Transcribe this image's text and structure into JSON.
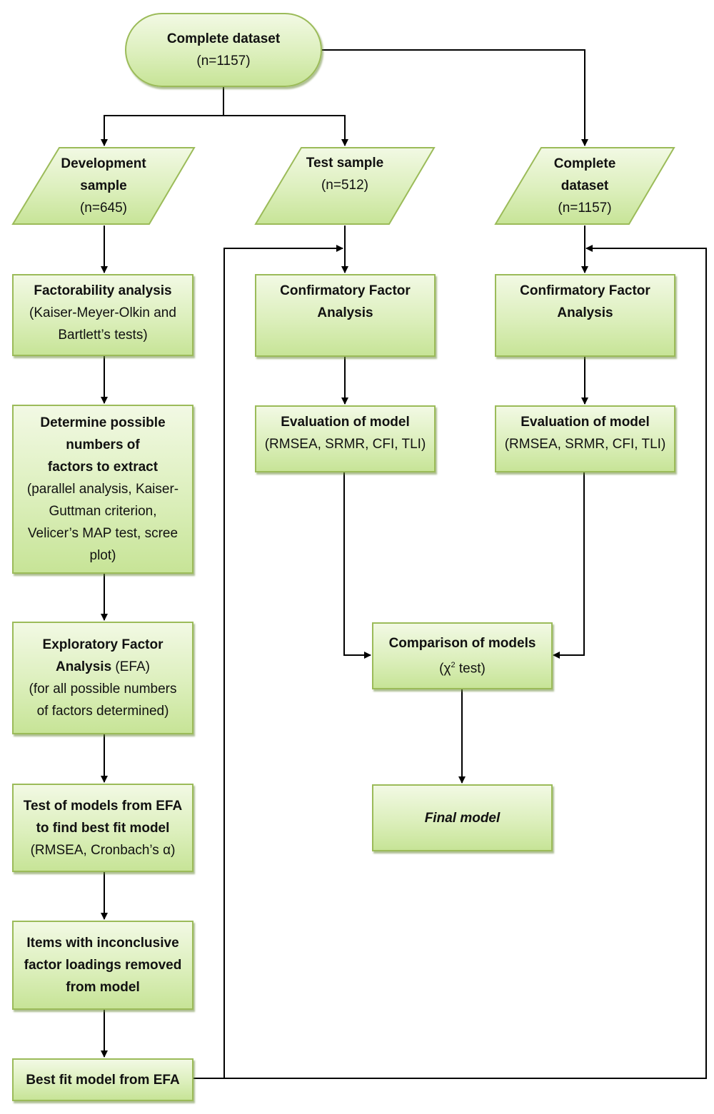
{
  "colors": {
    "fill_top": "#f2f9e4",
    "fill_bottom": "#c7e497",
    "border": "#9bbb59",
    "connector": "#000000"
  },
  "nodes": {
    "complete_dataset_top": {
      "title": "Complete dataset",
      "n": "(n=1157)"
    },
    "development_sample": {
      "title_1": "Development",
      "title_2": "sample",
      "n": "(n=645)"
    },
    "test_sample": {
      "title": "Test sample",
      "n": "(n=512)"
    },
    "complete_dataset_right": {
      "title_1": "Complete",
      "title_2": "dataset",
      "n": "(n=1157)"
    },
    "factorability": {
      "title": "Factorability analysis",
      "detail_1": "(Kaiser-Meyer-Olkin and",
      "detail_2": "Bartlett’s tests)"
    },
    "determine_factors": {
      "title_1": "Determine possible",
      "title_2": "numbers of",
      "title_3": "factors to extract",
      "detail_1": "(parallel analysis, Kaiser-",
      "detail_2": "Guttman criterion,",
      "detail_3": "Velicer’s MAP test, scree",
      "detail_4": "plot)"
    },
    "efa": {
      "title_1": "Exploratory Factor",
      "title_2": "Analysis",
      "title_2_suffix": " (EFA)",
      "detail_1": "(for all possible numbers",
      "detail_2": "of factors determined)"
    },
    "test_models": {
      "title_1": "Test of models from EFA",
      "title_2": "to find best fit model",
      "detail": "(RMSEA, Cronbach’s α)"
    },
    "items_removed": {
      "title_1": "Items with inconclusive",
      "title_2": "factor loadings removed",
      "title_3": "from model"
    },
    "best_fit": {
      "title": "Best fit model from EFA"
    },
    "cfa_test": {
      "title_1": "Confirmatory Factor",
      "title_2": "Analysis"
    },
    "cfa_complete": {
      "title_1": "Confirmatory Factor",
      "title_2": "Analysis"
    },
    "eval_test": {
      "title": "Evaluation of model",
      "detail": "(RMSEA, SRMR, CFI, TLI)"
    },
    "eval_complete": {
      "title": "Evaluation of model",
      "detail": "(RMSEA, SRMR, CFI, TLI)"
    },
    "comparison": {
      "title": "Comparison of models",
      "detail_pre": "(χ",
      "detail_sup": "2",
      "detail_post": " test)"
    },
    "final": {
      "title": "Final model"
    }
  }
}
